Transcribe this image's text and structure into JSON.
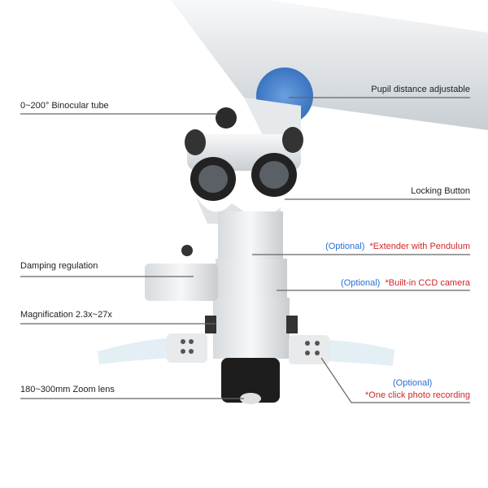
{
  "labels": {
    "binocular_tube": "0~200°  Binocular tube",
    "pupil_distance": "Pupil distance adjustable",
    "locking_button": "Locking Button",
    "extender": {
      "optional": "(Optional)",
      "text": "*Extender with Pendulum"
    },
    "damping": "Damping regulation",
    "ccd_camera": {
      "optional": "(Optional)",
      "text": "*Built-in CCD camera"
    },
    "magnification": "Magnification 2.3x~27x",
    "zoom_lens": "180~300mm Zoom lens",
    "photo_recording": {
      "optional": "(Optional)",
      "text": "*One click photo recording"
    }
  },
  "colors": {
    "optional": "#2a6fd1",
    "feature": "#d0262a",
    "knob_blue": "#4a86d0",
    "body": "#eef0f1"
  }
}
